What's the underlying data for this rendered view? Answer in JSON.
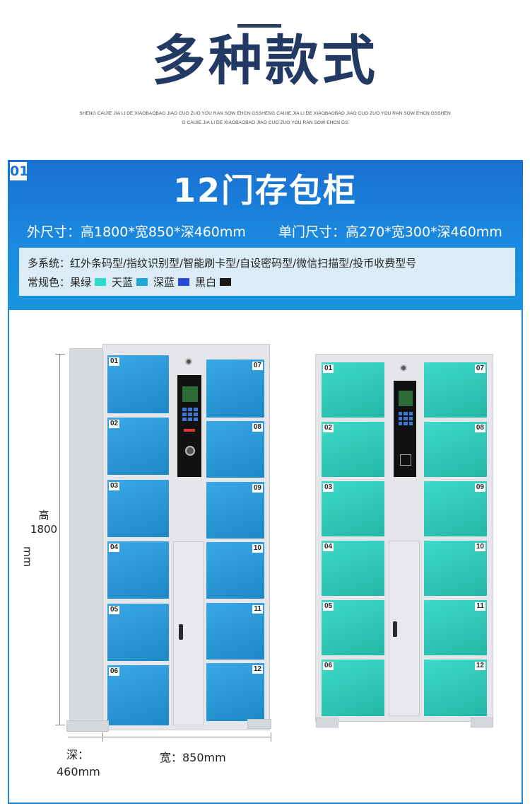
{
  "header": {
    "title": "多种款式",
    "subtext_line1": "SHENG CAIJIE JIA LI DE XIAOBAOBAO JIAO CUO ZUO YOU RAN SOW EHCN GSSHENG CAIJIE JIA LI DE XIAOBAOBAO JIAO CUO ZUO YOU RAN SOW EHCN GSSHEN",
    "subtext_line2": "G CAIJIE JIA LI DE XIAOBAOBAO JIAO CUO ZUO YOU RAN SOW EHCN GS"
  },
  "section": {
    "number": "01",
    "title": "12门存包柜",
    "outer_size": "外尺寸：高1800*宽850*深460mm",
    "door_size": "单门尺寸：高270*宽300*深460mm",
    "systems": "多系统：红外条码型/指纹识别型/智能刷卡型/自设密码型/微信扫描型/投币收费型号",
    "colors_label": "常规色：",
    "colors": [
      {
        "name": "果绿",
        "hex": "#33d9c8"
      },
      {
        "name": "天蓝",
        "hex": "#22a7d4"
      },
      {
        "name": "深蓝",
        "hex": "#2b47d6"
      },
      {
        "name": "黑白",
        "hex": "#1a1a1a"
      }
    ]
  },
  "cabinets": {
    "left_doors": [
      "01",
      "02",
      "03",
      "04",
      "05",
      "06"
    ],
    "right_doors": [
      "07",
      "08",
      "09",
      "10",
      "11",
      "12"
    ]
  },
  "dimensions": {
    "height_label": "高",
    "height_value": "1800",
    "height_unit": "mm",
    "width_label": "宽：850mm",
    "depth_label": "深：",
    "depth_value": "460mm"
  }
}
